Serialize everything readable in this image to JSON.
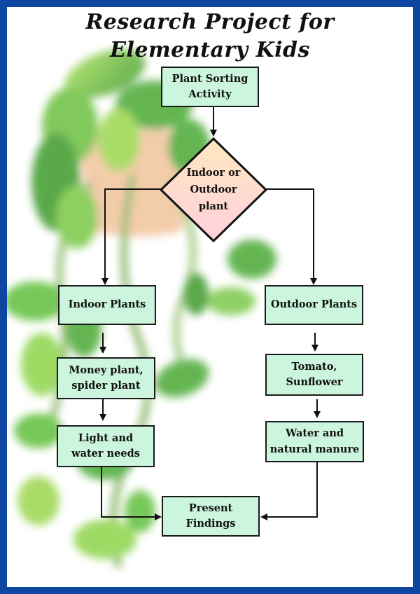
{
  "title": {
    "line1": "Research Project for",
    "line2": "Elementary Kids"
  },
  "colors": {
    "border": "#0d47a1",
    "box_fill": "#ccf5dd",
    "diamond_fill_top": "#ffe7c0",
    "diamond_fill_bottom": "#ffd0dc",
    "leaf": "#5fbf3a",
    "pot": "#f2c49c"
  },
  "nodes": {
    "start": {
      "line1": "Plant Sorting",
      "line2": "Activity"
    },
    "decision": {
      "line1": "Indoor or",
      "line2": "Outdoor",
      "line3": "plant"
    },
    "indoor": {
      "label": "Indoor Plants"
    },
    "outdoor": {
      "label": "Outdoor Plants"
    },
    "indoor_examples": {
      "line1": "Money plant,",
      "line2": "spider plant"
    },
    "outdoor_examples": {
      "line1": "Tomato,",
      "line2": "Sunflower"
    },
    "indoor_needs": {
      "line1": "Light and",
      "line2": "water needs"
    },
    "outdoor_needs": {
      "line1": "Water and",
      "line2": "natural manure"
    },
    "end": {
      "line1": "Present",
      "line2": "Findings"
    }
  },
  "background_image": "blurred-hanging-plant"
}
